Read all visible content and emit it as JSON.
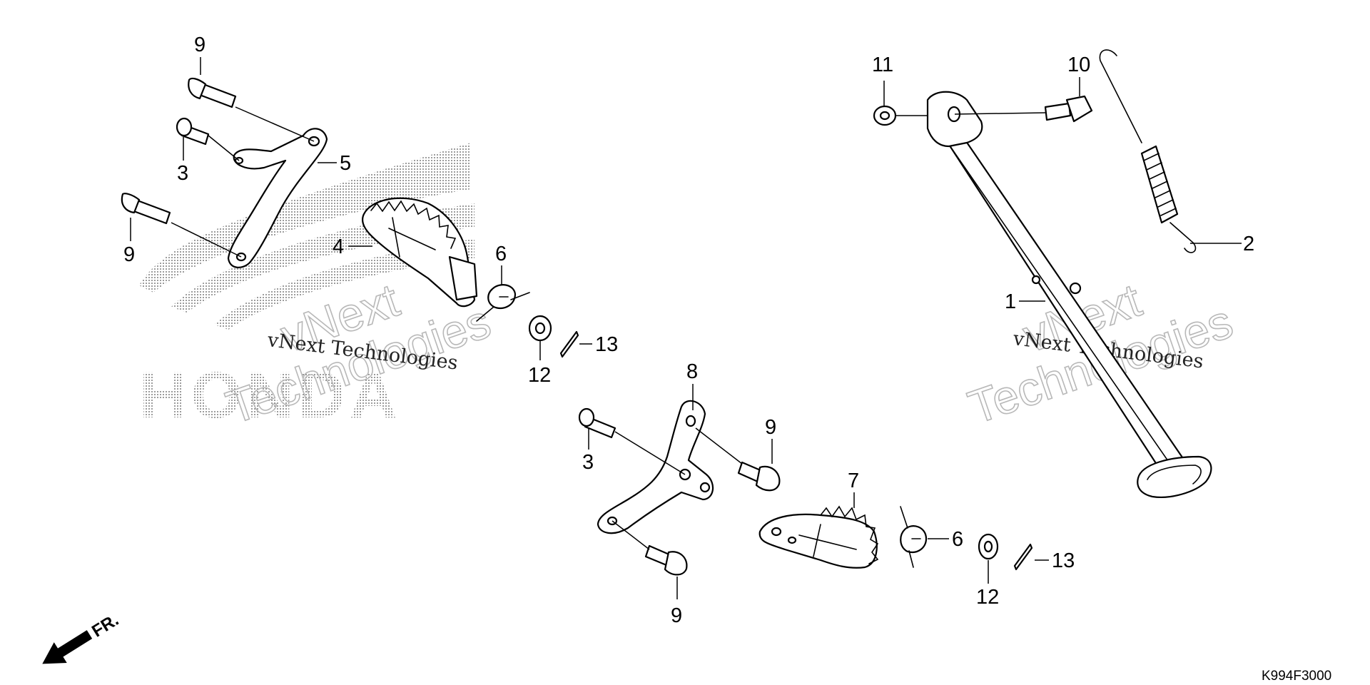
{
  "diagram": {
    "drawing_code": "K994F3000",
    "direction_label": "FR.",
    "logo_text": "HONDA",
    "watermark": {
      "line1": "vNext",
      "line2": "Technologies",
      "full": "vNext Technologies"
    },
    "callouts": {
      "c1": "1",
      "c2": "2",
      "c3a": "3",
      "c3b": "3",
      "c4": "4",
      "c5": "5",
      "c6a": "6",
      "c6b": "6",
      "c7": "7",
      "c8": "8",
      "c9a": "9",
      "c9b": "9",
      "c9c": "9",
      "c9d": "9",
      "c10": "10",
      "c11": "11",
      "c12a": "12",
      "c12b": "12",
      "c13a": "13",
      "c13b": "13"
    }
  }
}
